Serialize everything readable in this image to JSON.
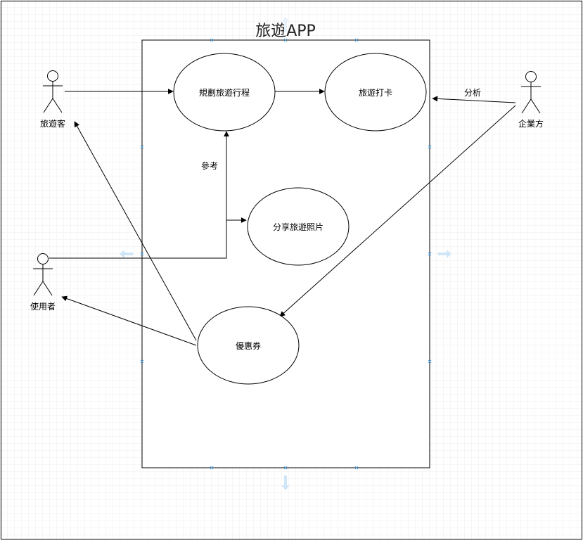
{
  "diagram": {
    "title": "旅遊APP",
    "use_cases": {
      "plan": "規劃旅遊行程",
      "checkin": "旅遊打卡",
      "share": "分享旅遊照片",
      "coupon": "優惠券"
    },
    "actors": {
      "traveler": "旅遊客",
      "user": "使用者",
      "enterprise": "企業方"
    },
    "edge_labels": {
      "reference": "參考",
      "analysis": "分析"
    }
  },
  "colors": {
    "line": "#000000",
    "grid": "#e6e6e6",
    "handle": "#5aa9e6",
    "background": "#ffffff"
  }
}
